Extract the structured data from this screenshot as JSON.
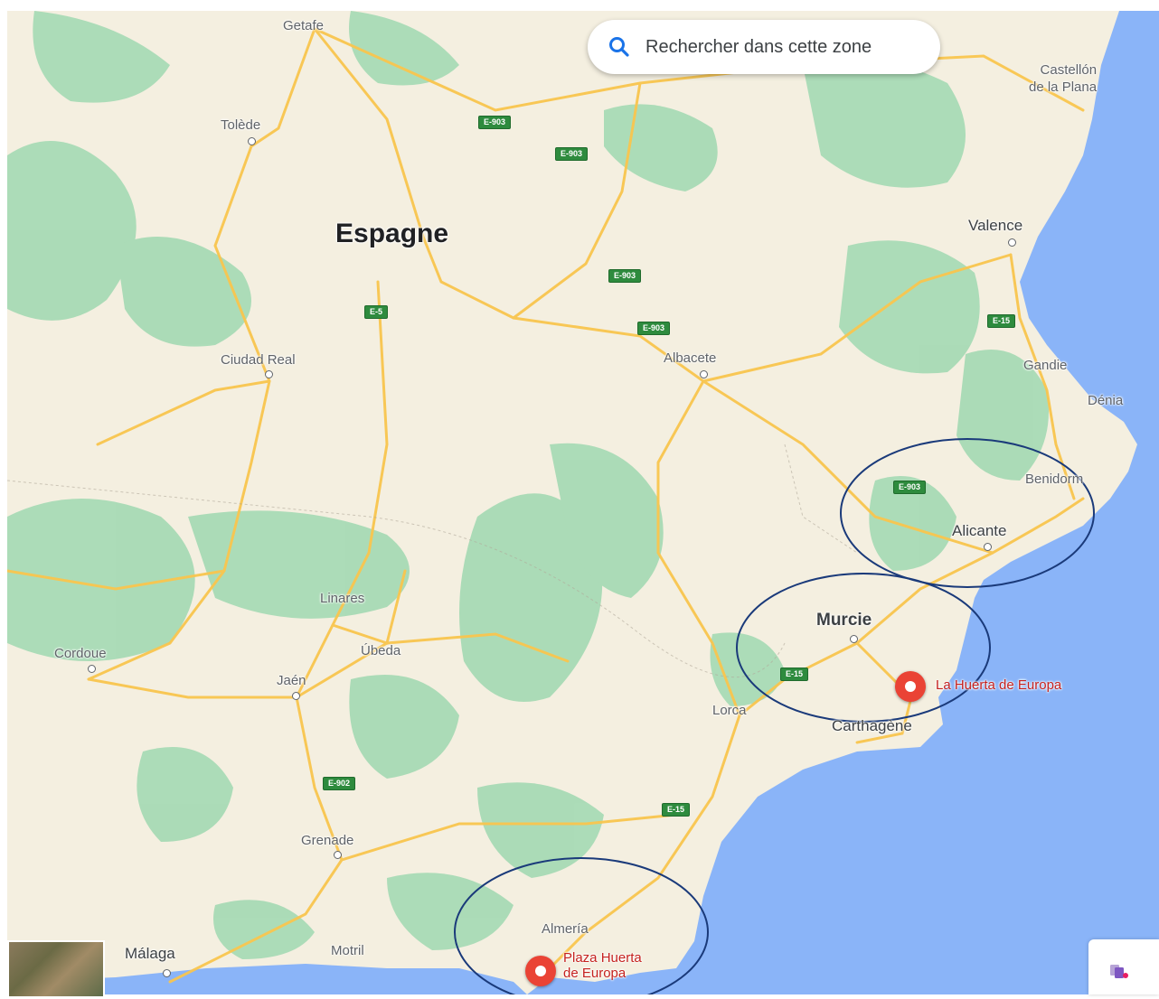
{
  "search": {
    "label": "Rechercher dans cette zone",
    "icon": "search-icon"
  },
  "map": {
    "country": "Espagne",
    "cities": {
      "getafe": "Getafe",
      "tolede": "Tolède",
      "castellon": "Castellón\nde la Plana",
      "valence": "Valence",
      "ciudad_real": "Ciudad Real",
      "albacete": "Albacete",
      "gandie": "Gandie",
      "denia": "Dénia",
      "benidorm": "Benidorm",
      "alicante": "Alicante",
      "murcie": "Murcie",
      "linares": "Linares",
      "ubeda": "Úbeda",
      "cordoue": "Cordoue",
      "jaen": "Jaén",
      "lorca": "Lorca",
      "carthagene": "Carthagène",
      "grenade": "Grenade",
      "almeria": "Almería",
      "malaga": "Málaga",
      "motril": "Motril"
    },
    "places": {
      "huerta_europa": "La Huerta de Europa",
      "plaza_huerta": "Plaza Huerta\nde Europa"
    },
    "roads": {
      "e903_a": "E-903",
      "e903_b": "E-903",
      "e903_c": "E-903",
      "e903_d": "E-903",
      "e903_e": "E-903",
      "e5": "E-5",
      "e15_a": "E-15",
      "e15_b": "E-15",
      "e15_c": "E-15",
      "e902": "E-902"
    },
    "colors": {
      "water": "#8ab4f8",
      "land": "#f5f0e1",
      "forest": "#a8dab5",
      "road": "#f9c54e",
      "highlight_ellipse": "#1a3a7a",
      "pin": "#ea4335"
    }
  }
}
